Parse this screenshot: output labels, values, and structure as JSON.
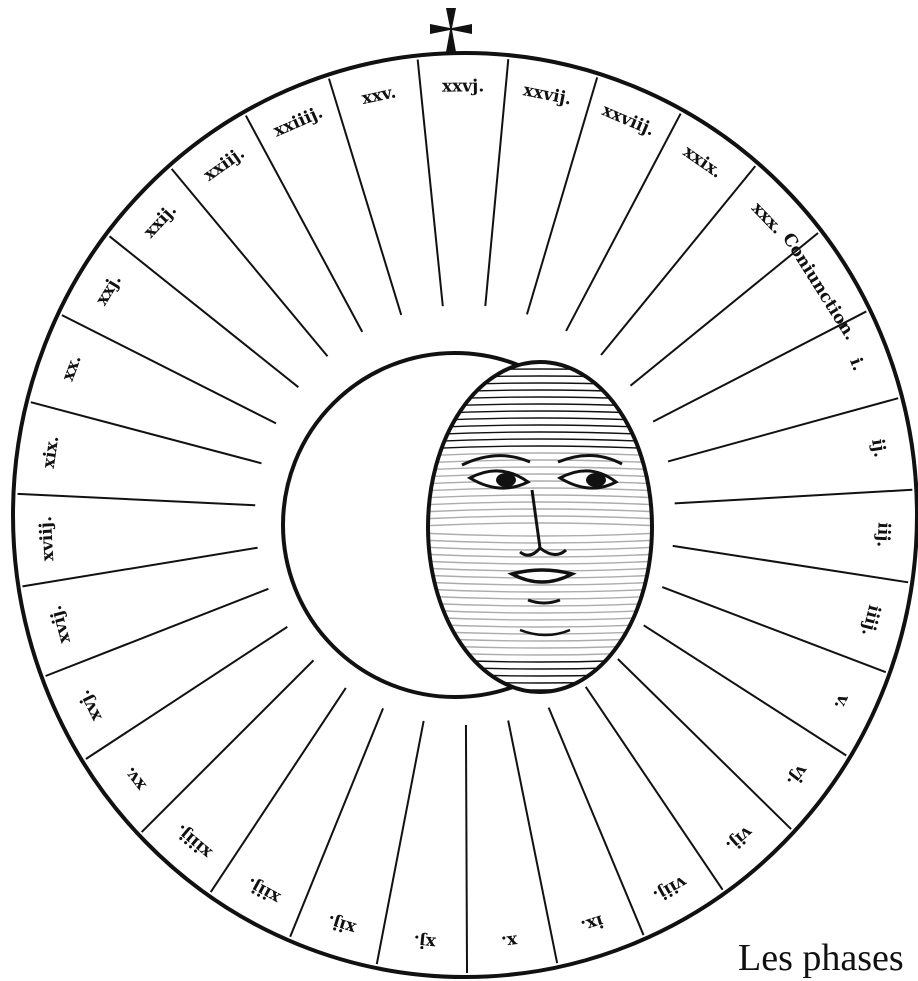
{
  "title_mark": "✠",
  "caption": "Les phases",
  "ink_color": "#111111",
  "paper_color": "#ffffff",
  "illustration": {
    "rim_labels": [
      "Coniunction.",
      "i.",
      "ij.",
      "iij.",
      "iiij.",
      "v.",
      "vj.",
      "vij.",
      "viij.",
      "ix.",
      "x.",
      "xj.",
      "xij.",
      "xiij.",
      "xiiij.",
      "xv.",
      "xvj.",
      "xvij.",
      "xviij.",
      "xix.",
      "xx.",
      "xxj.",
      "xxij.",
      "xxiij.",
      "xxiiij.",
      "xxv.",
      "xxvj.",
      "xxvij.",
      "xxviij.",
      "xxix.",
      "xxx."
    ],
    "face_icon": "moon-face-icon",
    "crescent_icon": "crescent-moon-icon",
    "cross_icon": "cross-pattee-icon"
  }
}
